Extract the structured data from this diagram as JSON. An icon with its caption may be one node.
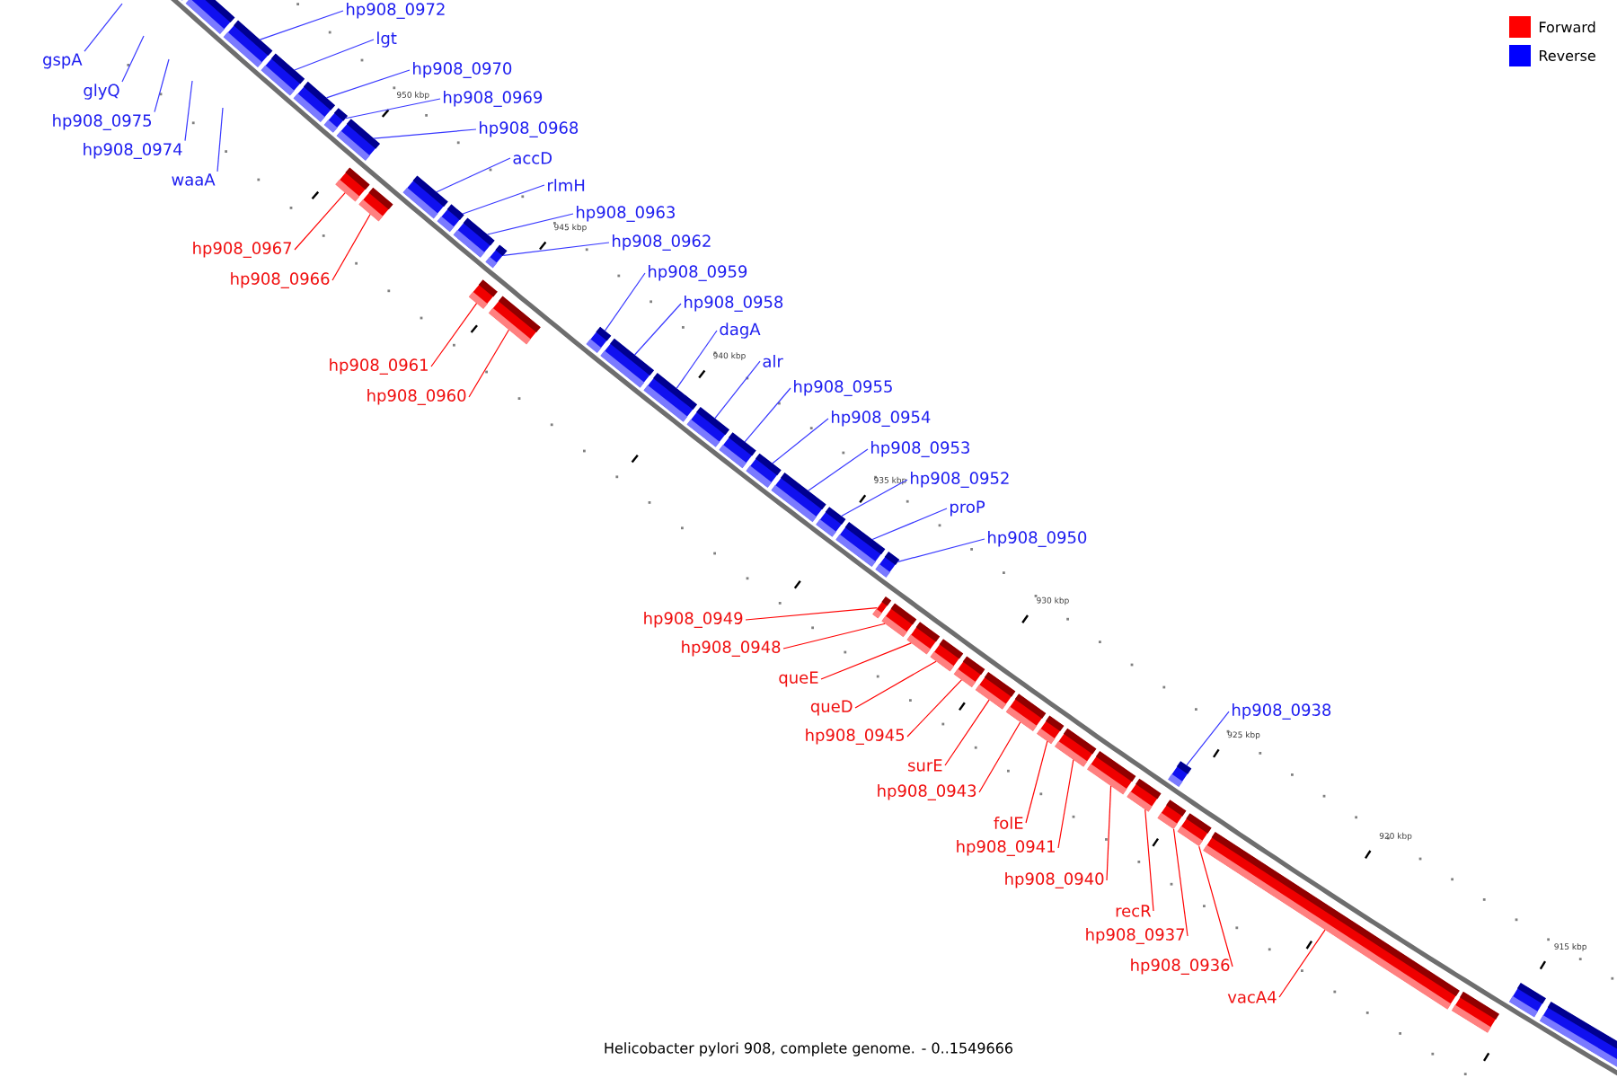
{
  "diagram": {
    "caption": "Helicobacter pylori 908, complete genome. - 0..1549666",
    "nodes": [
      {
        "text": [
          "gspA"
        ]
      },
      {
        "text": [
          "glyQ"
        ]
      },
      {
        "text": [
          "hp908_0975"
        ]
      },
      {
        "text": [
          "hp908_0974"
        ]
      },
      {
        "text": [
          "waaA"
        ]
      },
      {
        "text": [],
        "shape": "box"
      },
      {
        "text": [],
        "shape": "box"
      },
      {
        "text": [
          "hp908_0972"
        ]
      },
      {
        "text": [],
        "shape": "box"
      },
      {
        "text": [
          "lgt"
        ]
      },
      {
        "text": [],
        "shape": "box"
      },
      {
        "text": [
          "hp908_0970"
        ]
      },
      {
        "text": [],
        "shape": "box"
      },
      {
        "text": [
          "hp908_0969"
        ]
      },
      {
        "text": [],
        "shape": "box"
      },
      {
        "text": [
          "hp908_0968"
        ]
      },
      {
        "text": [],
        "shape": "box"
      },
      {
        "text": [
          "hp908_0967"
        ]
      },
      {
        "text": [],
        "shape": "box"
      },
      {
        "text": [
          "hp908_0966"
        ]
      },
      {
        "text": [],
        "shape": "box"
      },
      {
        "text": [
          "accD"
        ]
      },
      {
        "text": [],
        "shape": "box"
      },
      {
        "text": [
          "rlmH"
        ]
      },
      {
        "text": [],
        "shape": "box"
      },
      {
        "text": [
          "hp908_0963"
        ]
      },
      {
        "text": [],
        "shape": "box"
      },
      {
        "text": [
          "hp908_0962"
        ]
      },
      {
        "text": [],
        "shape": "box"
      },
      {
        "text": [
          "hp908_0961"
        ]
      },
      {
        "text": [],
        "shape": "box"
      },
      {
        "text": [
          "hp908_0960"
        ]
      },
      {
        "text": [],
        "shape": "box"
      },
      {
        "text": [
          "hp908_0959"
        ]
      },
      {
        "text": [],
        "shape": "box"
      },
      {
        "text": [
          "hp908_0958"
        ]
      },
      {
        "text": [],
        "shape": "box"
      },
      {
        "text": [
          "dagA"
        ]
      },
      {
        "text": [],
        "shape": "box"
      },
      {
        "text": [
          "alr"
        ]
      },
      {
        "text": [],
        "shape": "box"
      },
      {
        "text": [
          "hp908_0955"
        ]
      },
      {
        "text": [],
        "shape": "box"
      },
      {
        "text": [
          "hp908_0954"
        ]
      },
      {
        "text": [],
        "shape": "box"
      },
      {
        "text": [
          "hp908_0953"
        ]
      },
      {
        "text": [],
        "shape": "box"
      },
      {
        "text": [
          "hp908_0952"
        ]
      },
      {
        "text": [],
        "shape": "box"
      },
      {
        "text": [
          "proP"
        ]
      },
      {
        "text": [],
        "shape": "box"
      },
      {
        "text": [
          "hp908_0950"
        ]
      },
      {
        "text": [],
        "shape": "box"
      },
      {
        "text": [
          "hp908_0949"
        ]
      },
      {
        "text": [],
        "shape": "box"
      },
      {
        "text": [
          "hp908_0948"
        ]
      },
      {
        "text": [],
        "shape": "box"
      },
      {
        "text": [
          "queE"
        ]
      },
      {
        "text": [],
        "shape": "box"
      },
      {
        "text": [
          "queD"
        ]
      },
      {
        "text": [],
        "shape": "box"
      },
      {
        "text": [
          "hp908_0945"
        ]
      },
      {
        "text": [],
        "shape": "box"
      },
      {
        "text": [
          "surE"
        ]
      },
      {
        "text": [],
        "shape": "box"
      },
      {
        "text": [
          "hp908_0943"
        ]
      },
      {
        "text": [],
        "shape": "box"
      },
      {
        "text": [
          "folE"
        ]
      },
      {
        "text": [],
        "shape": "box"
      },
      {
        "text": [
          "hp908_0941"
        ]
      },
      {
        "text": [],
        "shape": "box"
      },
      {
        "text": [
          "hp908_0940"
        ]
      },
      {
        "text": [],
        "shape": "box"
      },
      {
        "text": [
          "recR"
        ]
      },
      {
        "text": [],
        "shape": "box"
      },
      {
        "text": [
          "hp908_0938"
        ]
      },
      {
        "text": [],
        "shape": "box"
      },
      {
        "text": [
          "hp908_0937"
        ]
      },
      {
        "text": [],
        "shape": "box"
      },
      {
        "text": [
          "hp908_0936"
        ]
      },
      {
        "text": [],
        "shape": "box"
      },
      {
        "text": [
          "vacA4"
        ]
      },
      {
        "text": [],
        "shape": "box"
      },
      {
        "text": [],
        "shape": "box"
      },
      {
        "text": [],
        "shape": "box"
      },
      {
        "text": [],
        "shape": "box"
      }
    ],
    "edges": [
      {
        "from": 0,
        "to": null,
        "arrow": "none"
      },
      {
        "from": 1,
        "to": null,
        "arrow": "none"
      },
      {
        "from": 2,
        "to": null,
        "arrow": "none"
      },
      {
        "from": 3,
        "to": null,
        "arrow": "none"
      },
      {
        "from": 4,
        "to": null,
        "arrow": "none"
      },
      {
        "from": 7,
        "to": 8,
        "arrow": "none"
      },
      {
        "from": 9,
        "to": 10,
        "arrow": "none"
      },
      {
        "from": 11,
        "to": 12,
        "arrow": "none"
      },
      {
        "from": 13,
        "to": 14,
        "arrow": "none"
      },
      {
        "from": 15,
        "to": 16,
        "arrow": "none"
      },
      {
        "from": 17,
        "to": 18,
        "arrow": "none",
        "color": "#ff0000"
      },
      {
        "from": 19,
        "to": 20,
        "arrow": "none",
        "color": "#ff0000"
      },
      {
        "from": 21,
        "to": 22,
        "arrow": "none"
      },
      {
        "from": 23,
        "to": 24,
        "arrow": "none"
      },
      {
        "from": 25,
        "to": 26,
        "arrow": "none"
      },
      {
        "from": 27,
        "to": 28,
        "arrow": "none"
      },
      {
        "from": 29,
        "to": 30,
        "arrow": "none",
        "color": "#ff0000"
      },
      {
        "from": 31,
        "to": 32,
        "arrow": "none",
        "color": "#ff0000"
      },
      {
        "from": 33,
        "to": 34,
        "arrow": "none"
      },
      {
        "from": 35,
        "to": 36,
        "arrow": "none"
      },
      {
        "from": 37,
        "to": 38,
        "arrow": "none"
      },
      {
        "from": 39,
        "to": 40,
        "arrow": "none"
      },
      {
        "from": 41,
        "to": 42,
        "arrow": "none"
      },
      {
        "from": 43,
        "to": 44,
        "arrow": "none"
      },
      {
        "from": 45,
        "to": 46,
        "arrow": "none"
      },
      {
        "from": 47,
        "to": 48,
        "arrow": "none"
      },
      {
        "from": 49,
        "to": 50,
        "arrow": "none"
      },
      {
        "from": 51,
        "to": 52,
        "arrow": "none"
      },
      {
        "from": 53,
        "to": 54,
        "arrow": "none",
        "color": "#ff0000"
      },
      {
        "from": 55,
        "to": 56,
        "arrow": "none",
        "color": "#ff0000"
      },
      {
        "from": 57,
        "to": 58,
        "arrow": "none",
        "color": "#ff0000"
      },
      {
        "from": 59,
        "to": 60,
        "arrow": "none",
        "color": "#ff0000"
      },
      {
        "from": 61,
        "to": 62,
        "arrow": "none",
        "color": "#ff0000"
      },
      {
        "from": 63,
        "to": 64,
        "arrow": "none",
        "color": "#ff0000"
      },
      {
        "from": 65,
        "to": 66,
        "arrow": "none",
        "color": "#ff0000"
      },
      {
        "from": 67,
        "to": 68,
        "arrow": "none",
        "color": "#ff0000"
      },
      {
        "from": 69,
        "to": 70,
        "arrow": "none",
        "color": "#ff0000"
      },
      {
        "from": 71,
        "to": 72,
        "arrow": "none",
        "color": "#ff0000"
      },
      {
        "from": 73,
        "to": 74,
        "arrow": "none",
        "color": "#ff0000"
      },
      {
        "from": 75,
        "to": 76,
        "arrow": "none"
      },
      {
        "from": 77,
        "to": 78,
        "arrow": "none",
        "color": "#ff0000"
      },
      {
        "from": 79,
        "to": 80,
        "arrow": "none",
        "color": "#ff0000"
      },
      {
        "from": 81,
        "to": 82,
        "arrow": "none",
        "color": "#ff0000"
      }
    ],
    "labels": [
      "950 kbp",
      "945 kbp",
      "940 kbp",
      "935 kbp",
      "930 kbp",
      "925 kbp",
      "920 kbp",
      "915 kbp"
    ],
    "legend": [
      {
        "text": "Forward",
        "color": "#ff0000"
      },
      {
        "text": "Reverse",
        "color": "#0000ff"
      }
    ]
  }
}
